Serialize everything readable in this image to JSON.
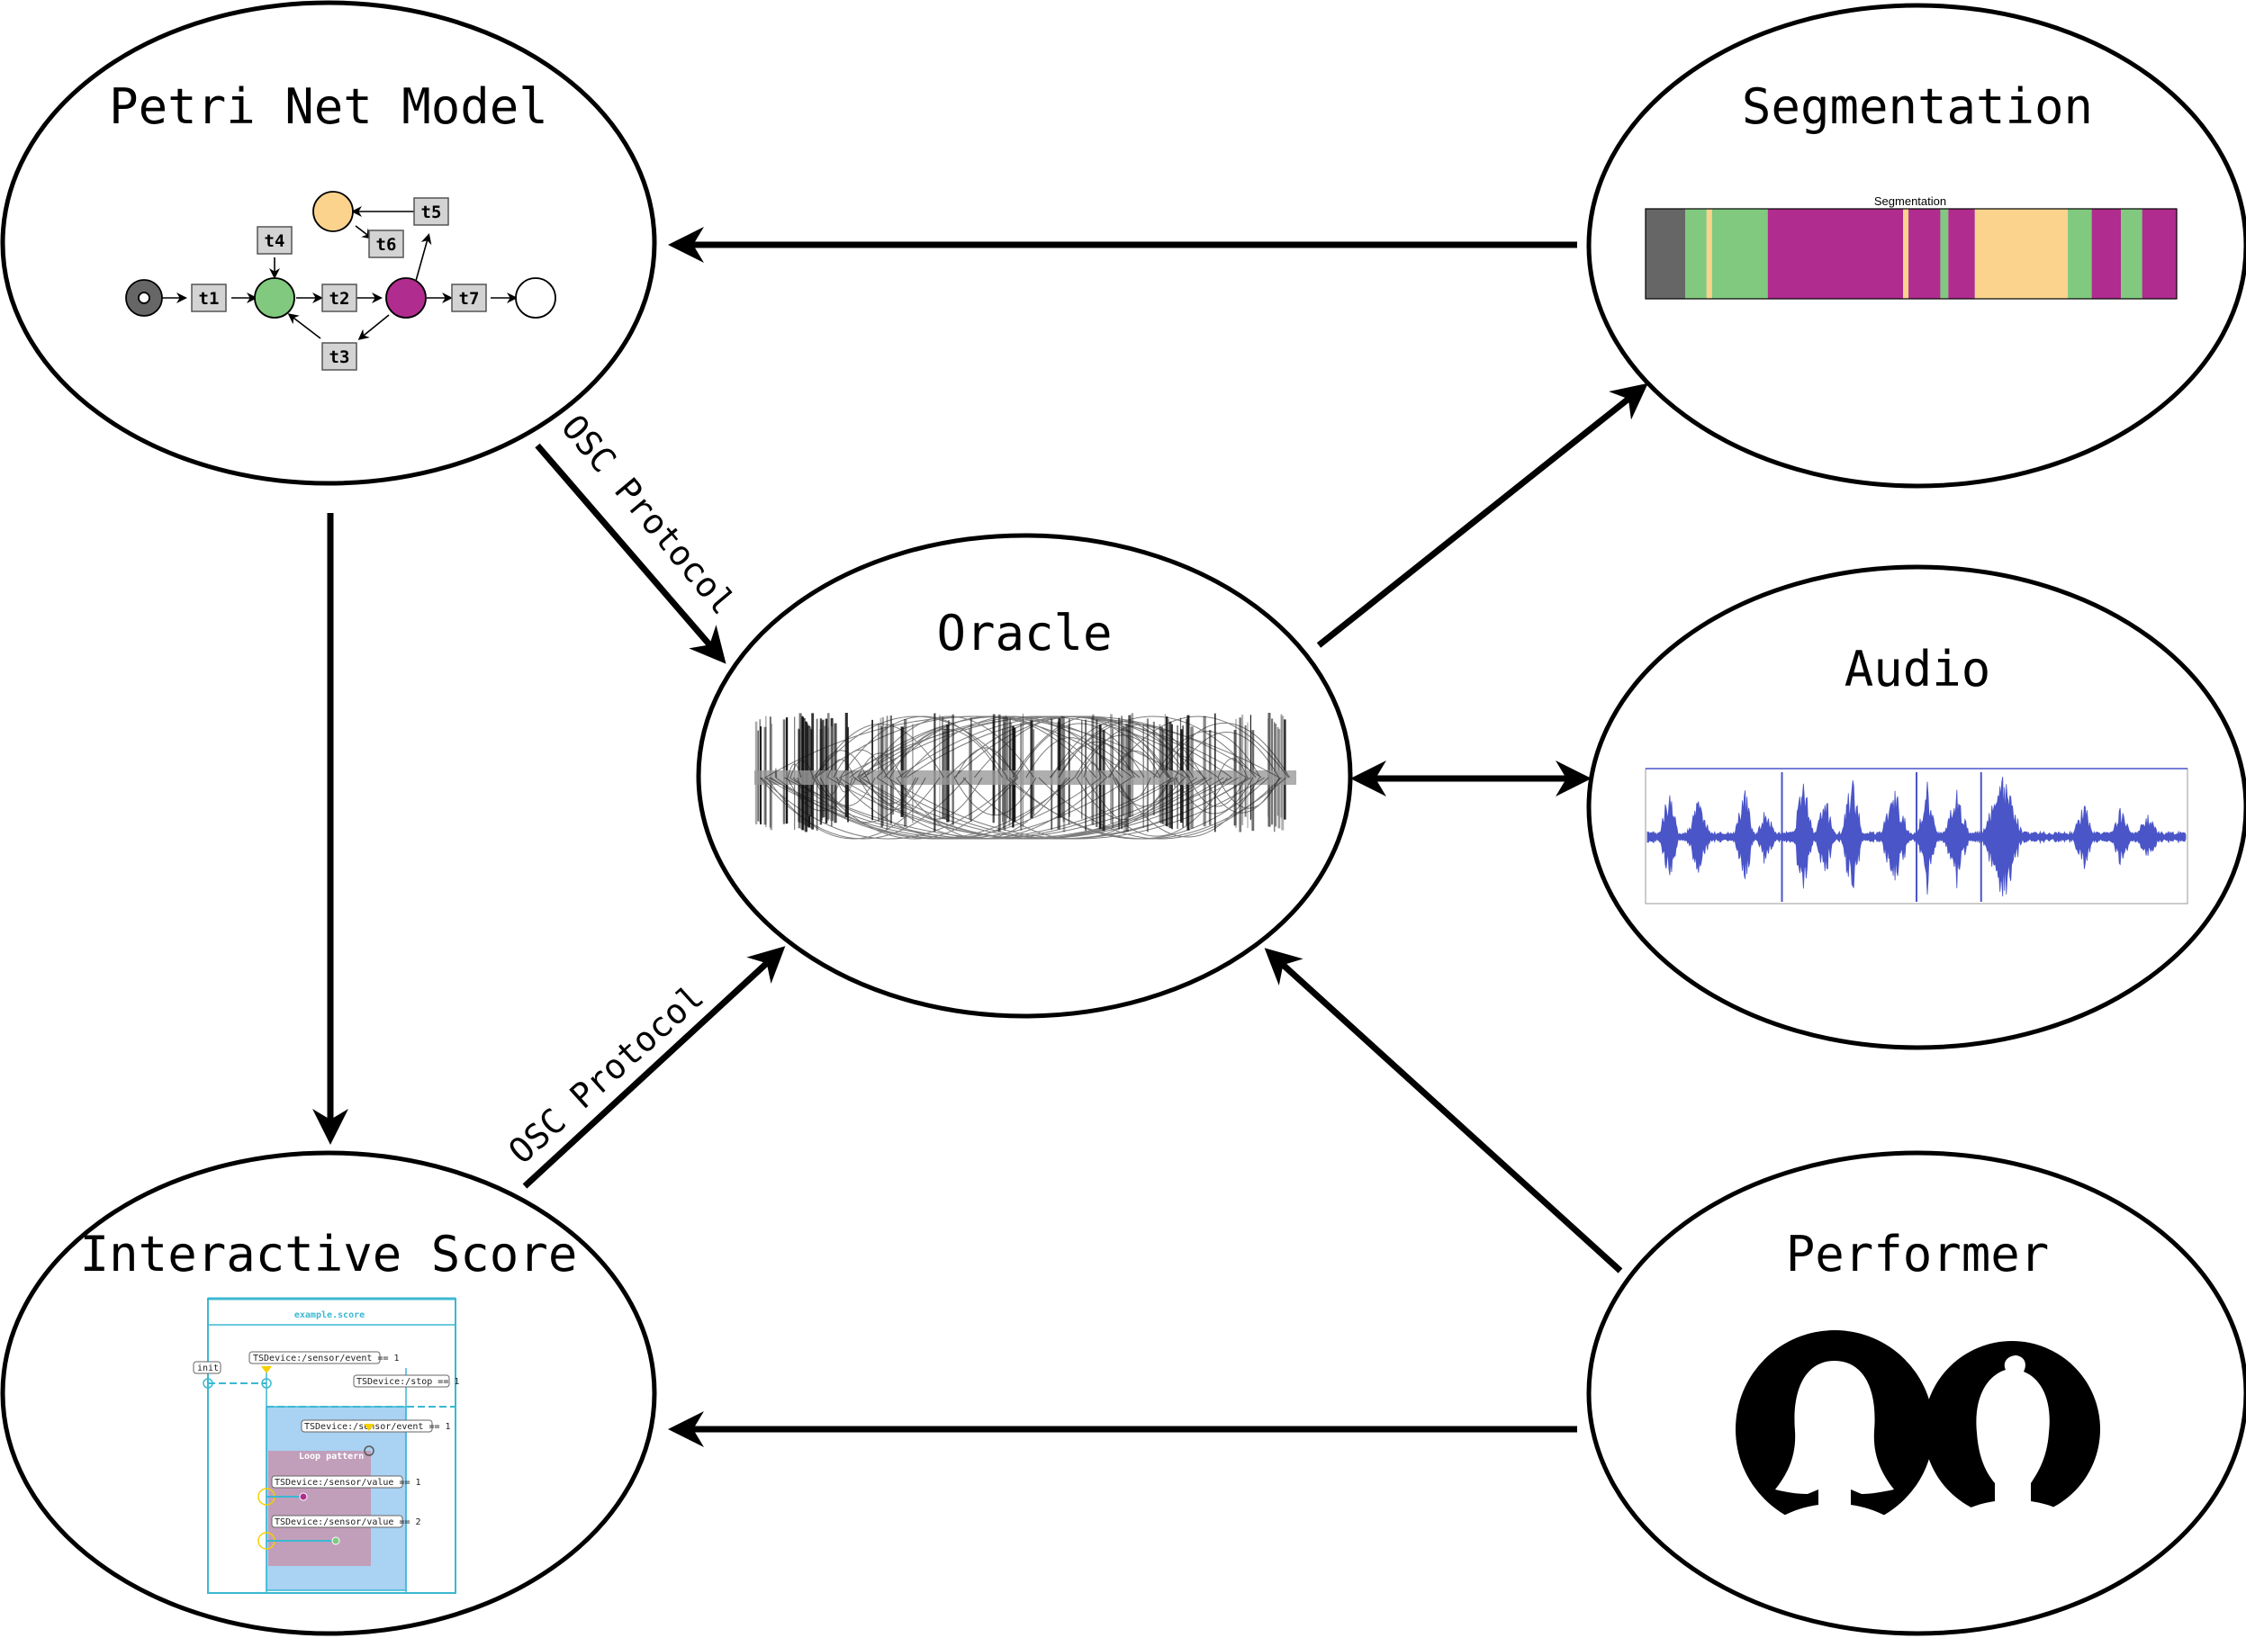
{
  "nodes": {
    "petri": {
      "label": "Petri Net Model"
    },
    "segmentation": {
      "label": "Segmentation"
    },
    "oracle": {
      "label": "Oracle"
    },
    "audio": {
      "label": "Audio"
    },
    "score": {
      "label": "Interactive Score"
    },
    "performer": {
      "label": "Performer"
    }
  },
  "edges": {
    "osc_label_1": "OSC Protocol",
    "osc_label_2": "OSC Protocol"
  },
  "petri_net": {
    "transitions": [
      "t1",
      "t2",
      "t3",
      "t4",
      "t5",
      "t6",
      "t7"
    ],
    "colors": {
      "start": "#666666",
      "green": "#80c97e",
      "magenta": "#b02c8e",
      "orange": "#fbd38c",
      "end": "#ffffff",
      "transition": "#d3d3d3"
    }
  },
  "segmentation_chart": {
    "title": "Segmentation",
    "colors": {
      "gray": "#666666",
      "green": "#80c97e",
      "magenta": "#b02c8e",
      "orange": "#fbd38c"
    },
    "segments": [
      {
        "color": "gray",
        "start": 0.0,
        "end": 0.075
      },
      {
        "color": "green",
        "start": 0.075,
        "end": 0.115
      },
      {
        "color": "orange",
        "start": 0.115,
        "end": 0.125
      },
      {
        "color": "green",
        "start": 0.125,
        "end": 0.23
      },
      {
        "color": "magenta",
        "start": 0.23,
        "end": 0.485
      },
      {
        "color": "orange",
        "start": 0.485,
        "end": 0.495
      },
      {
        "color": "magenta",
        "start": 0.495,
        "end": 0.555
      },
      {
        "color": "green",
        "start": 0.555,
        "end": 0.57
      },
      {
        "color": "magenta",
        "start": 0.57,
        "end": 0.62
      },
      {
        "color": "orange",
        "start": 0.62,
        "end": 0.795
      },
      {
        "color": "green",
        "start": 0.795,
        "end": 0.84
      },
      {
        "color": "magenta",
        "start": 0.84,
        "end": 0.895
      },
      {
        "color": "green",
        "start": 0.895,
        "end": 0.935
      },
      {
        "color": "magenta",
        "start": 0.935,
        "end": 1.0
      }
    ]
  },
  "interactive_score": {
    "title": "example.score",
    "labels": {
      "init": "init",
      "cond1": "TSDevice:/sensor/event == 1",
      "stop": "TSDevice:/stop == 1",
      "cond2": "TSDevice:/sensor/event == 1",
      "loop": "Loop pattern",
      "val1": "TSDevice:/sensor/value == 1",
      "val2": "TSDevice:/sensor/value == 2"
    },
    "colors": {
      "frame": "#3bb8d1",
      "loop_fill": "#a9d2f3",
      "loop_inner": "#c98da8",
      "accent": "#f5d000"
    }
  },
  "audio_waveform": {
    "color": "#4a55c8"
  }
}
